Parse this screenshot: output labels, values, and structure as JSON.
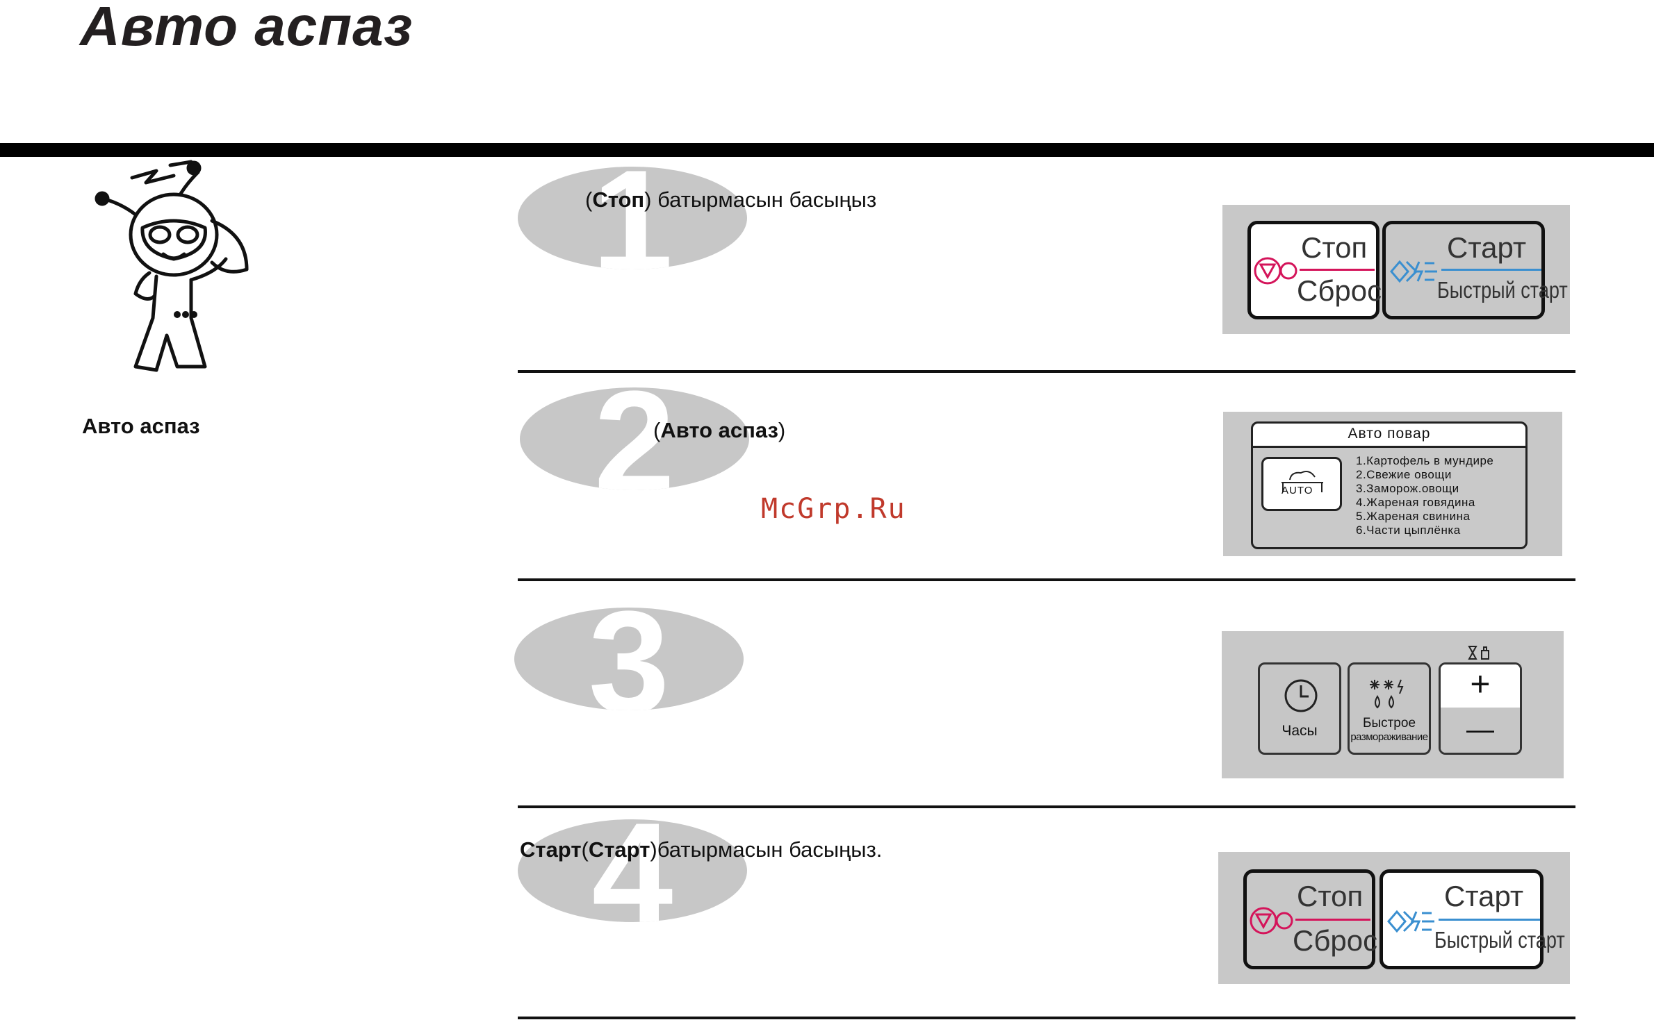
{
  "page": {
    "title": "Авто аспаз",
    "side_label": "Авто аспаз"
  },
  "steps": [
    {
      "number": "1",
      "text_open": "(",
      "text_bold": "Стоп",
      "text_close": ")",
      "text_rest": " батырмасын басыңыз"
    },
    {
      "number": "2",
      "text_open": "(",
      "text_bold": "Авто аспаз",
      "text_close": ")",
      "text_rest": ""
    },
    {
      "number": "3"
    },
    {
      "number": "4",
      "text_lead": "Старт",
      "text_open": "(",
      "text_bold": "Старт",
      "text_close": ")",
      "text_rest": "батырмасын басыңыз."
    }
  ],
  "watermark": "McGrp.Ru",
  "panel_stop_start": {
    "stop_top": "Стоп",
    "stop_bottom": "Сброс",
    "start_top": "Старт",
    "start_bottom": "Быстрый старт"
  },
  "panel_auto_cook": {
    "header": "Авто повар",
    "button_label": "AUTO",
    "items": [
      "1.Картофель в мундире",
      "2.Свежие овощи",
      "3.Заморож.овощи",
      "4.Жареная говядина",
      "5.Жареная свинина",
      "6.Части цыплёнка"
    ]
  },
  "panel_controls": {
    "clock_label": "Часы",
    "defrost_label_1": "Быстрое",
    "defrost_label_2": "размораживание",
    "plus": "+",
    "minus": "—"
  },
  "colors": {
    "stop_accent": "#d4145a",
    "start_accent": "#3a8fd0",
    "step_circle": "#c7c7c7"
  }
}
